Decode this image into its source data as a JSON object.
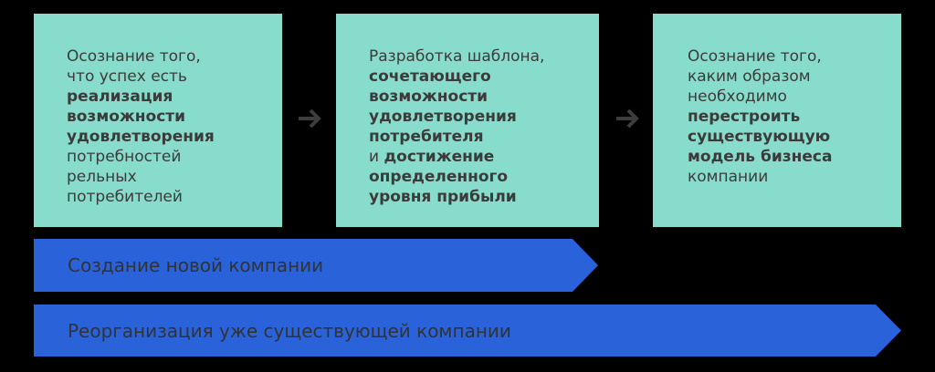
{
  "steps": [
    {
      "lines": [
        {
          "text": "Осознание того,",
          "bold": false
        },
        {
          "text": "что успех есть",
          "bold": false
        },
        {
          "text": "реализация",
          "bold": true
        },
        {
          "text": "возможности",
          "bold": true
        },
        {
          "text": "удовлетворения",
          "bold": true
        },
        {
          "text": "потребностей",
          "bold": false
        },
        {
          "text": "рельных",
          "bold": false
        },
        {
          "text": "потребителей",
          "bold": false
        }
      ]
    },
    {
      "lines": [
        {
          "text": "Разработка шаблона,",
          "bold": false
        },
        {
          "text": "сочетающего",
          "bold": true
        },
        {
          "text": "возможности",
          "bold": true
        },
        {
          "text": "удовлетворения",
          "bold": true
        },
        {
          "text": "потребителя",
          "bold": true
        },
        {
          "prefix": "и ",
          "text": "достижение",
          "bold": true
        },
        {
          "text": "определенного",
          "bold": true
        },
        {
          "text": "уровня прибыли",
          "bold": true
        }
      ]
    },
    {
      "lines": [
        {
          "text": "Осознание того,",
          "bold": false
        },
        {
          "text": "каким образом",
          "bold": false
        },
        {
          "text": "необходимо",
          "bold": false
        },
        {
          "text": "перестроить",
          "bold": true
        },
        {
          "text": "существующую",
          "bold": true
        },
        {
          "text": "модель бизнеса",
          "bold": true
        },
        {
          "text": "компании",
          "bold": false
        }
      ]
    }
  ],
  "banners": [
    {
      "label": "Создание новой компании"
    },
    {
      "label": "Реорганизация уже существующей компании"
    }
  ],
  "colors": {
    "box": "#88dccb",
    "banner": "#2962d9",
    "text": "#3b3b3b",
    "background": "#000000"
  }
}
